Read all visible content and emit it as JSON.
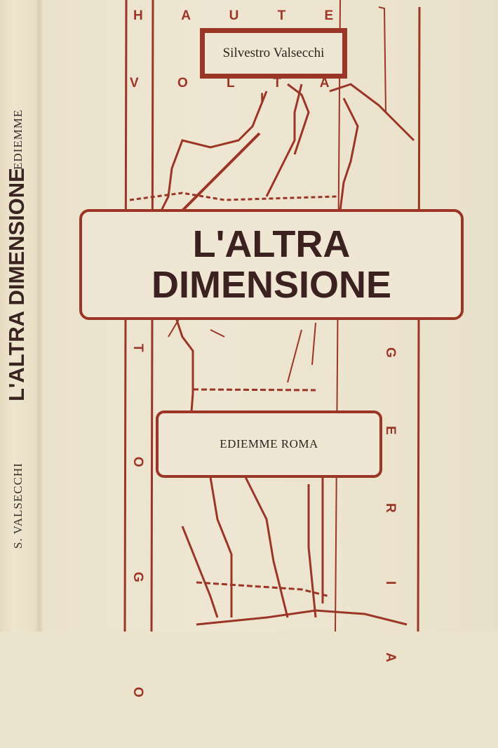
{
  "cover": {
    "author": "Silvestro Valsecchi",
    "title_line1": "L'ALTRA",
    "title_line2": "DIMENSIONE",
    "publisher": "EDIEMME ROMA"
  },
  "spine": {
    "publisher": "EDIEMME",
    "title": "L'ALTRA  DIMENSIONE",
    "author": "S. VALSECCHI"
  },
  "map": {
    "labels": {
      "haute": "H A U T E",
      "volta": "V O L T A",
      "togo": "T O G O",
      "geria": "G E R I A",
      "region": "I"
    },
    "line_color": "#9b3526"
  }
}
